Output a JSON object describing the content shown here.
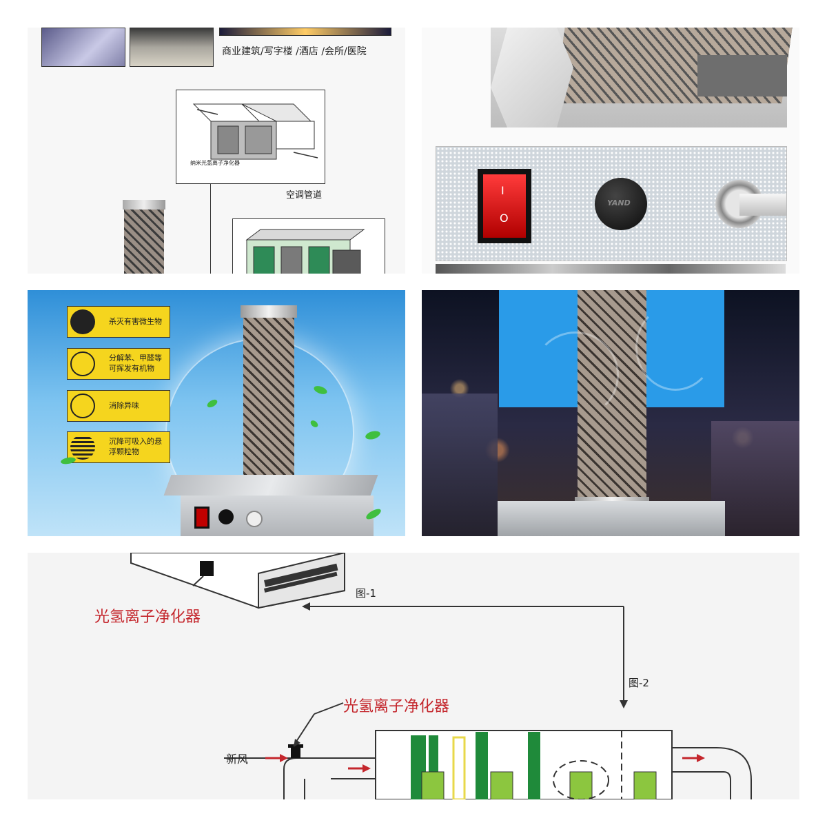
{
  "panel1": {
    "building_types": "商业建筑/写字楼 /酒店 /会所/医院",
    "purifier_caption": "纳米光氢离子净化器",
    "duct_label": "空调管道"
  },
  "panel2": {
    "switch_on_mark": "I",
    "switch_off_mark": "O",
    "knob_brand": "YAND"
  },
  "panel3": {
    "features": [
      {
        "label": "杀灭有害微生物",
        "icon": "virus-icon"
      },
      {
        "label": "分解苯、甲醛等\n可挥发有机物",
        "icon": "molecule-icon"
      },
      {
        "label": "消除异味",
        "icon": "flask-icon"
      },
      {
        "label": "沉降可吸入的悬\n浮颗粒物",
        "icon": "particles-icon"
      }
    ],
    "colors": {
      "feature_bg": "#f5d51e",
      "backdrop": "#2f8fd8"
    }
  },
  "panel5": {
    "fig1_label": "图-1",
    "fig2_label": "图-2",
    "purifier_label_top": "光氢离子净化器",
    "purifier_label_bottom": "光氢离子净化器",
    "fresh_air_label": "新风",
    "colors": {
      "label_red": "#c4262c",
      "coil_green": "#1f8a3a",
      "filter_green": "#8cc63f"
    }
  }
}
